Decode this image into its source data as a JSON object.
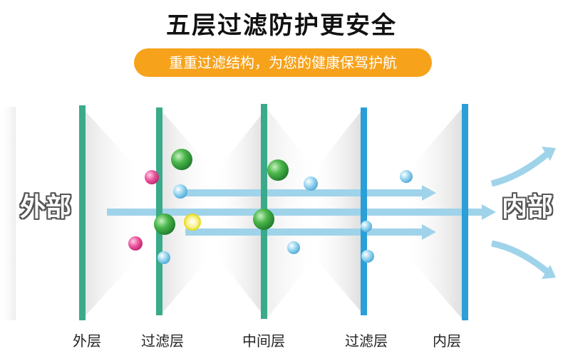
{
  "title": "五层过滤防护更安全",
  "subtitle": "重重过滤结构，为您的健康保驾护航",
  "outside_label": "外部",
  "inside_label": "内部",
  "layers": [
    {
      "label": "外层",
      "color": "#3aaa8a"
    },
    {
      "label": "过滤层",
      "color": "#3aaa8a"
    },
    {
      "label": "中间层",
      "color": "#3aaa8a"
    },
    {
      "label": "过滤层",
      "color": "#2a9fd8"
    },
    {
      "label": "内层",
      "color": "#2a9fd8"
    }
  ],
  "colors": {
    "accent_orange": "#f7a21b",
    "arrow_blue": "#9fd3ea",
    "particle_green": "#3aa23a",
    "particle_pink": "#e8438f",
    "particle_blue": "#8fd0ee",
    "particle_yellow": "#f0e43a"
  }
}
